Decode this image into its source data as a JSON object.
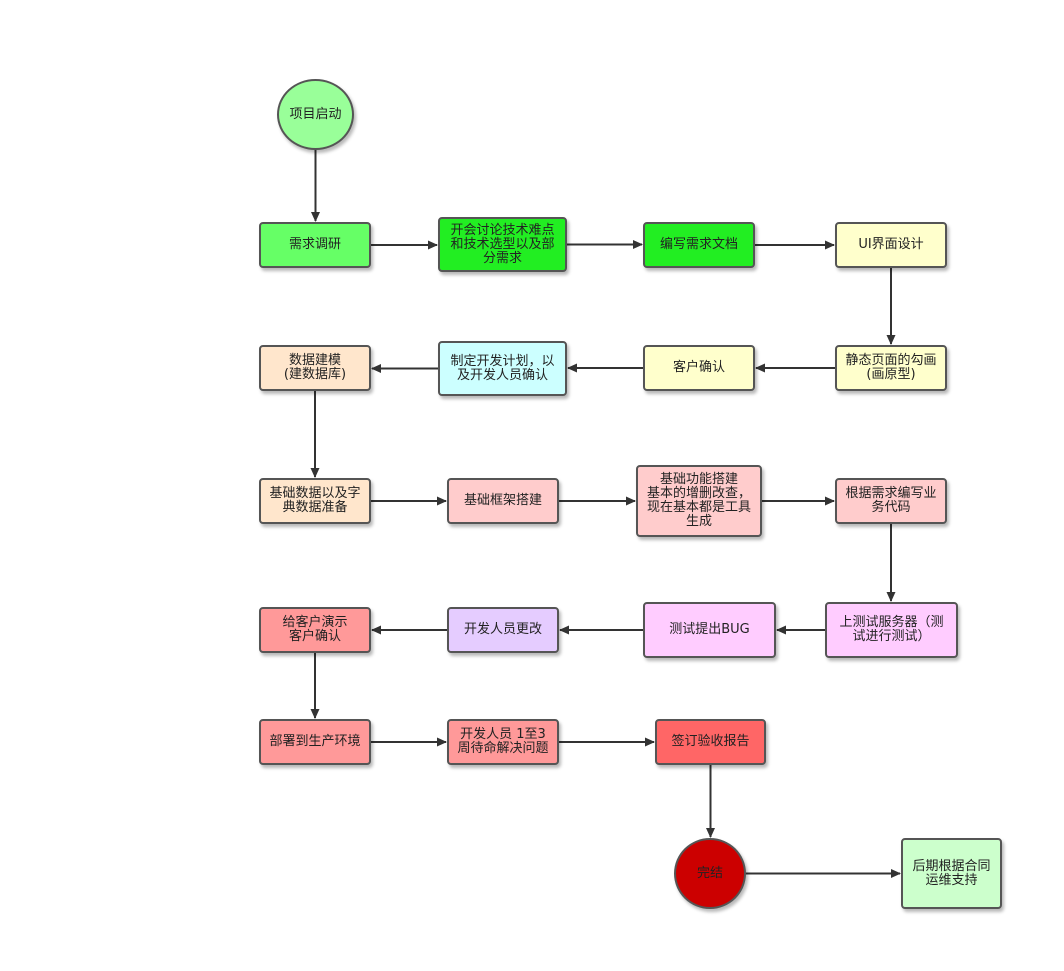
{
  "nodes": {
    "start": "项目启动",
    "research": "需求调研",
    "meeting": "开会讨论技术难点\n和技术选型以及部\n分需求",
    "req_doc": "编写需求文档",
    "ui_design": "UI界面设计",
    "static_page": "静态页面的勾画\n(画原型)",
    "customer_confirm": "客户确认",
    "dev_plan": "制定开发计划，以\n及开发人员确认",
    "data_model": "数据建模\n(建数据库)",
    "base_data": "基础数据以及字\n典数据准备",
    "framework": "基础框架搭建",
    "basic_func": "基础功能搭建\n基本的增删改查，\n现在基本都是工具\n生成",
    "biz_code": "根据需求编写业\n务代码",
    "test_server": "上测试服务器（测\n试进行测试）",
    "bug": "测试提出BUG",
    "dev_fix": "开发人员更改",
    "demo": "给客户演示\n客户确认",
    "deploy": "部署到生产环境",
    "standby": "开发人员 1至3\n周待命解决问题",
    "acceptance": "签订验收报告",
    "end": "完结",
    "support": "后期根据合同\n运维支持"
  },
  "colors": {
    "start": "#99ff99",
    "research": "#66ff66",
    "meeting": "#22ee22",
    "req_doc": "#22ee22",
    "ui_design": "#ffffcc",
    "static_page": "#ffffcc",
    "customer_confirm": "#ffffcc",
    "dev_plan": "#ccffff",
    "data_model": "#ffe6cc",
    "base_data": "#ffe6cc",
    "framework": "#ffcccc",
    "basic_func": "#ffcccc",
    "biz_code": "#ffcccc",
    "test_server": "#ffccff",
    "bug": "#ffccff",
    "dev_fix": "#e5ccff",
    "demo": "#ff9999",
    "deploy": "#ff9999",
    "standby": "#ff9999",
    "acceptance": "#ff6666",
    "end": "#cc0000",
    "support": "#ccffcc",
    "border": "#555555",
    "edge": "#333333"
  },
  "edges": [
    [
      "start",
      "research"
    ],
    [
      "research",
      "meeting"
    ],
    [
      "meeting",
      "req_doc"
    ],
    [
      "req_doc",
      "ui_design"
    ],
    [
      "ui_design",
      "static_page"
    ],
    [
      "static_page",
      "customer_confirm"
    ],
    [
      "customer_confirm",
      "dev_plan"
    ],
    [
      "dev_plan",
      "data_model"
    ],
    [
      "data_model",
      "base_data"
    ],
    [
      "base_data",
      "framework"
    ],
    [
      "framework",
      "basic_func"
    ],
    [
      "basic_func",
      "biz_code"
    ],
    [
      "biz_code",
      "test_server"
    ],
    [
      "test_server",
      "bug"
    ],
    [
      "bug",
      "dev_fix"
    ],
    [
      "dev_fix",
      "demo"
    ],
    [
      "demo",
      "deploy"
    ],
    [
      "deploy",
      "standby"
    ],
    [
      "standby",
      "acceptance"
    ],
    [
      "acceptance",
      "end"
    ],
    [
      "end",
      "support"
    ]
  ]
}
